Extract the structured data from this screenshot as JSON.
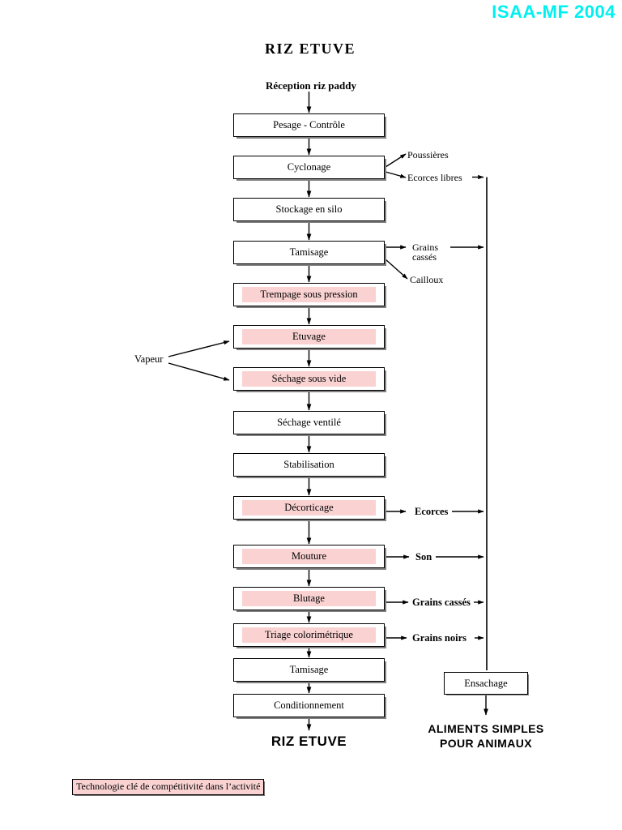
{
  "header": {
    "text": "ISAA-MF 2004",
    "color": "#00f0f0"
  },
  "title": "RIZ  ETUVE",
  "start_label": "Réception riz paddy",
  "colors": {
    "highlight_pink": "#fad2d2",
    "box_border": "#000000",
    "shadow": "#808080",
    "header_cyan": "#00f0f0"
  },
  "flow": {
    "steps": [
      {
        "label": "Pesage - Contrôle",
        "highlight": false
      },
      {
        "label": "Cyclonage",
        "highlight": false
      },
      {
        "label": "Stockage en silo",
        "highlight": false
      },
      {
        "label": "Tamisage",
        "highlight": false
      },
      {
        "label": "Trempage sous pression",
        "highlight": true
      },
      {
        "label": "Etuvage",
        "highlight": true
      },
      {
        "label": "Séchage sous vide",
        "highlight": true
      },
      {
        "label": "Séchage ventilé",
        "highlight": false
      },
      {
        "label": "Stabilisation",
        "highlight": false
      },
      {
        "label": "Décorticage",
        "highlight": true
      },
      {
        "label": "Mouture",
        "highlight": true
      },
      {
        "label": "Blutage",
        "highlight": true
      },
      {
        "label": "Triage colorimétrique",
        "highlight": true
      },
      {
        "label": "Tamisage",
        "highlight": false
      },
      {
        "label": "Conditionnement",
        "highlight": false
      }
    ],
    "byproducts": [
      {
        "label": "Poussières",
        "from": "Cyclonage",
        "to_collector": false
      },
      {
        "label": "Ecorces libres",
        "from": "Cyclonage",
        "to_collector": true
      },
      {
        "label": "Grains\ncassés",
        "from": "Tamisage",
        "to_collector": true
      },
      {
        "label": "Cailloux",
        "from": "Tamisage",
        "to_collector": false
      },
      {
        "label": "Ecorces",
        "from": "Décorticage",
        "to_collector": true
      },
      {
        "label": "Son",
        "from": "Mouture",
        "to_collector": true
      },
      {
        "label": "Grains cassés",
        "from": "Blutage",
        "to_collector": true
      },
      {
        "label": "Grains noirs",
        "from": "Triage colorimétrique",
        "to_collector": true
      }
    ],
    "byproduct_labels": {
      "poussieres": "Poussières",
      "ecorces_libres": "Ecorces libres",
      "grains_casses_1": "Grains",
      "grains_casses_2": "cassés",
      "cailloux": "Cailloux",
      "ecorces": "Ecorces",
      "son": "Son",
      "grains_casses": "Grains cassés",
      "grains_noirs": "Grains noirs"
    },
    "input_label": "Vapeur",
    "input_targets": [
      "Etuvage",
      "Séchage sous vide"
    ],
    "bagging": {
      "label": "Ensachage"
    }
  },
  "outputs": {
    "main": "RIZ  ETUVE",
    "secondary_line1": "ALIMENTS  SIMPLES",
    "secondary_line2": "POUR  ANIMAUX"
  },
  "footnote": "Technologie clé de compétitivité dans l’activité"
}
